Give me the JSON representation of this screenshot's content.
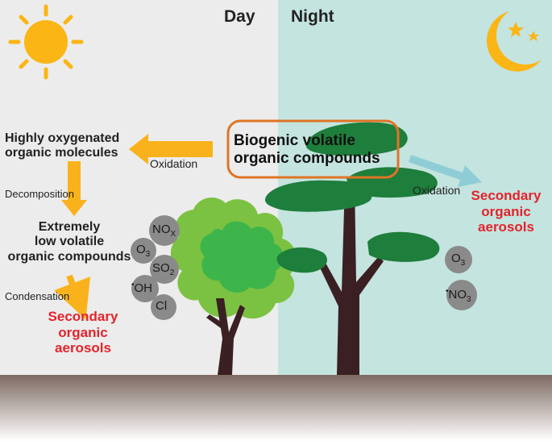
{
  "header": {
    "day_label": "Day",
    "night_label": "Night"
  },
  "center_box": {
    "line1": "Biogenic volatile",
    "line2": "organic compounds"
  },
  "day_pathway": {
    "homs_line1": "Highly oxygenated",
    "homs_line2": "organic molecules",
    "oxidation_label": "Oxidation",
    "decomposition_label": "Decomposition",
    "elvoc_line1": "Extremely",
    "elvoc_line2": "low volatile",
    "elvoc_line3": "organic compounds",
    "condensation_label": "Condensation",
    "soa_line1": "Secondary",
    "soa_line2": "organic",
    "soa_line3": "aerosols"
  },
  "night_pathway": {
    "oxidation_label": "Oxidation",
    "soa_line1": "Secondary",
    "soa_line2": "organic",
    "soa_line3": "aerosols"
  },
  "day_oxidants": [
    {
      "base": "NO",
      "sub": "X",
      "pre": ""
    },
    {
      "base": "O",
      "sub": "3",
      "pre": ""
    },
    {
      "base": "SO",
      "sub": "2",
      "pre": ""
    },
    {
      "base": "OH",
      "sub": "",
      "pre": "•"
    },
    {
      "base": "Cl",
      "sub": "",
      "pre": ""
    }
  ],
  "night_oxidants": [
    {
      "base": "O",
      "sub": "3",
      "pre": ""
    },
    {
      "base": "NO",
      "sub": "3",
      "pre": "•"
    }
  ],
  "icons": [
    "sun-icon",
    "moon-icon",
    "star-icon"
  ],
  "colors": {
    "day_bg": "#ececec",
    "night_bg": "#c4e4df",
    "sun": "#fbb515",
    "arrow_day": "#f9b21b",
    "arrow_night": "#8ecdd6",
    "box_border": "#e07424",
    "accent_red": "#e3232b",
    "ground": "#7d6a62"
  }
}
